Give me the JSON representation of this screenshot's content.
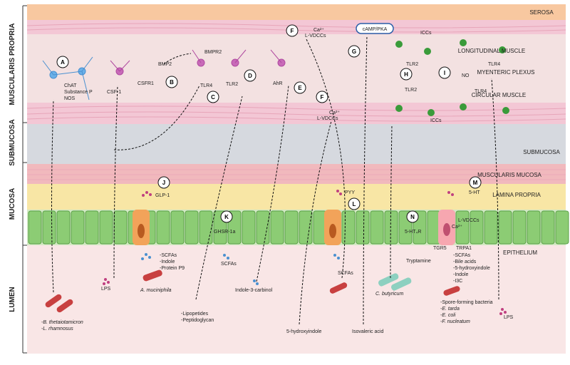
{
  "layers": {
    "serosa": "SEROSA",
    "longitudinal_muscle": "LONGITUDINAL MUSCLE",
    "myenteric_plexus": "MYENTERIC PLEXUS",
    "circular_muscle": "CIRCULAR MUSCLE",
    "submucosa": "SUBMUCOSA",
    "muscularis_mucosa": "MUSCULARIS MUCOSA",
    "lamina_propria": "LAMINA PROPRIA",
    "epithelium": "EPITHELIUM"
  },
  "regions": {
    "muscularis_propria": "MUSCULARIS PROPRIA",
    "submucosa": "SUBMUCOSA",
    "mucosa": "MUCOSA",
    "lumen": "LUMEN"
  },
  "markers": [
    "A",
    "B",
    "C",
    "D",
    "E",
    "F",
    "F",
    "G",
    "H",
    "I",
    "J",
    "K",
    "L",
    "M",
    "N"
  ],
  "labels": {
    "chat": "ChAT",
    "substance_p": "Substance P",
    "nos": "NOS",
    "csf1": "CSF-1",
    "csfr1": "CSFR1",
    "bmp2": "BMP2",
    "bmpr2": "BMPR2",
    "tlr4": "TLR4",
    "tlr2": "TLR2",
    "ahr": "AhR",
    "ca": "Ca²⁺",
    "lvdccs": "L-VDCCs",
    "camp_pka": "cAMP/PKA",
    "iccs": "ICCs",
    "no": "NO",
    "glp1": "GLP-1",
    "pyy": "PYY",
    "ht5": "5-HT",
    "ghsr": "GHSR-1a",
    "ht4r": "5-HT₄R",
    "tgr5": "TGR5",
    "trpa1": "TRPA1",
    "scfas": "SCFAs",
    "lps": "LPS",
    "tryptamine": "Tryptamine"
  },
  "lumen_items": {
    "list_a": [
      "-SCFAs",
      "-Indole",
      "-Protein P9"
    ],
    "list_m": [
      "-SCFAs",
      "-Bile acids",
      "-5-hydroxyindole",
      "-Indole",
      "-I3C"
    ],
    "bacteria_left": [
      "-B. thetaiotamicron",
      "-L. rhamnosus"
    ],
    "akkermansia": "A. muciniphila",
    "lipo": [
      "-Lipopetides",
      "-Peptidoglycan"
    ],
    "indole3": "Indole-3-carbinol",
    "hydroxyindole": "5-hydroxyindole",
    "isovaleric": "Isovaleric acid",
    "cbutyricum": "C. butyricum",
    "spore": [
      "-Spore-forming bacteria",
      "-E. tarda",
      "-E. coli",
      "-F. nucleatum"
    ]
  },
  "colors": {
    "serosa": "#f8c8a0",
    "muscle": "#f3c7d5",
    "plexus": "#f4e2e2",
    "submucosa": "#d6d9df",
    "muscularis_mucosa": "#f1b9bd",
    "lamina_propria": "#f8e6a5",
    "epithelium": "#8ccc74",
    "lumen": "#f9e6e6",
    "accent_purple": "#a060c0",
    "accent_red": "#c84040"
  }
}
